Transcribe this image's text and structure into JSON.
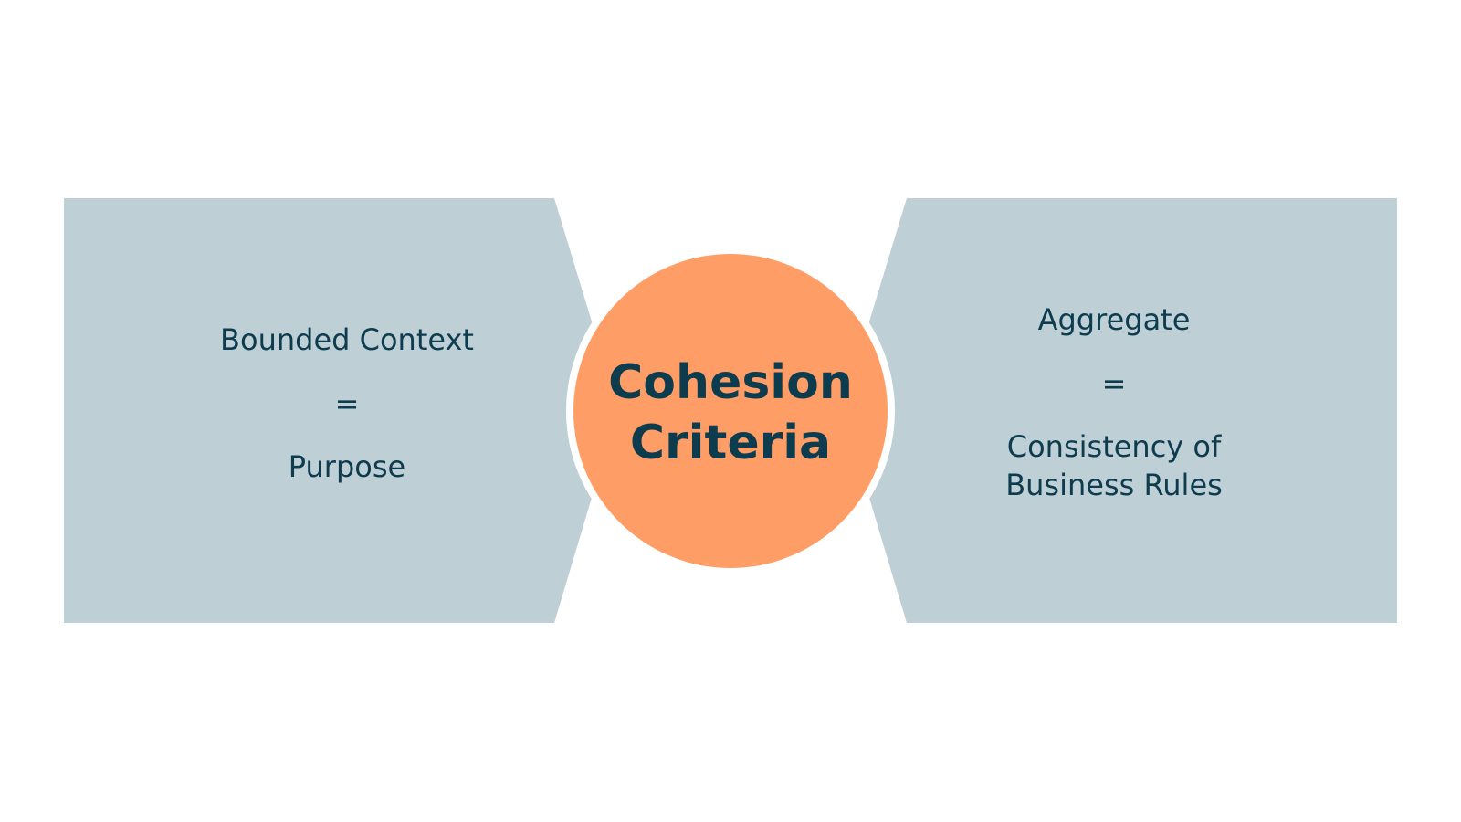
{
  "colors": {
    "panel": "#bfcfd6",
    "circle": "#ff9d66",
    "text": "#0e3c4f",
    "background": "#ffffff"
  },
  "left": {
    "line1": "Bounded Context",
    "eq": "=",
    "line2": "Purpose"
  },
  "center": {
    "line1": "Cohesion",
    "line2": "Criteria"
  },
  "right": {
    "line1": "Aggregate",
    "eq": "=",
    "line2": "Consistency of",
    "line3": "Business Rules"
  }
}
